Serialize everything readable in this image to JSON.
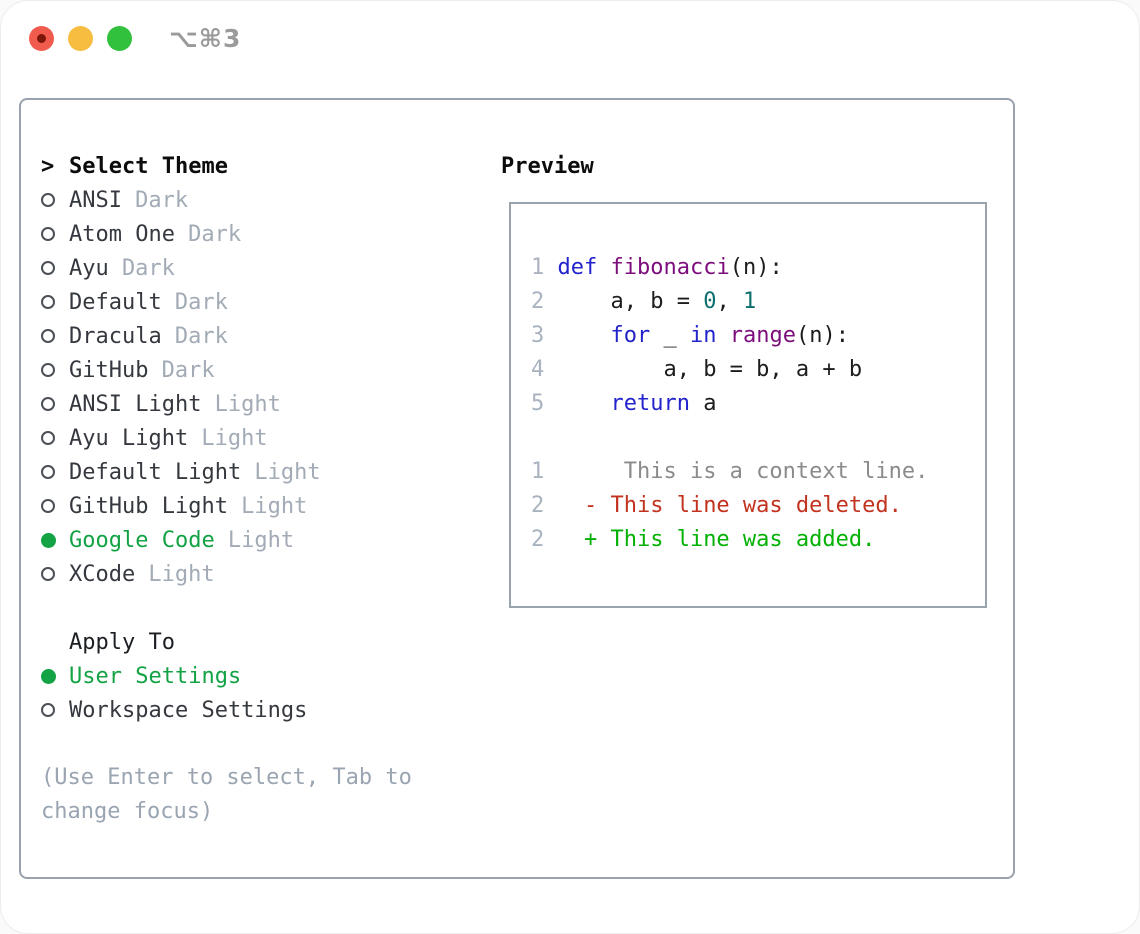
{
  "window": {
    "title": "⌥⌘3",
    "traffic_lights": [
      {
        "name": "close",
        "color": "#f15b4e",
        "inner_dot": "#7e150a"
      },
      {
        "name": "minimize",
        "color": "#f6bd40"
      },
      {
        "name": "zoom",
        "color": "#32c13d"
      }
    ]
  },
  "theme_panel": {
    "prompt": ">",
    "title": "Select Theme",
    "themes": [
      {
        "name": "ANSI",
        "variant": "Dark",
        "selected": false
      },
      {
        "name": "Atom One",
        "variant": "Dark",
        "selected": false
      },
      {
        "name": "Ayu",
        "variant": "Dark",
        "selected": false
      },
      {
        "name": "Default",
        "variant": "Dark",
        "selected": false
      },
      {
        "name": "Dracula",
        "variant": "Dark",
        "selected": false
      },
      {
        "name": "GitHub",
        "variant": "Dark",
        "selected": false
      },
      {
        "name": "ANSI Light",
        "variant": "Light",
        "selected": false
      },
      {
        "name": "Ayu Light",
        "variant": "Light",
        "selected": false
      },
      {
        "name": "Default Light",
        "variant": "Light",
        "selected": false
      },
      {
        "name": "GitHub Light",
        "variant": "Light",
        "selected": false
      },
      {
        "name": "Google Code",
        "variant": "Light",
        "selected": true
      },
      {
        "name": "XCode",
        "variant": "Light",
        "selected": false
      }
    ],
    "apply_to": {
      "title": "Apply To",
      "options": [
        {
          "name": "User Settings",
          "selected": true
        },
        {
          "name": "Workspace Settings",
          "selected": false
        }
      ]
    },
    "help_text": "(Use Enter to select, Tab to change focus)"
  },
  "preview": {
    "title": "Preview",
    "code_lines": [
      {
        "number": "1",
        "tokens": [
          {
            "t": " ",
            "c": "pln"
          },
          {
            "t": "def",
            "c": "kwd"
          },
          {
            "t": " ",
            "c": "pln"
          },
          {
            "t": "fibonacci",
            "c": "fun"
          },
          {
            "t": "(n):",
            "c": "pln"
          }
        ]
      },
      {
        "number": "2",
        "tokens": [
          {
            "t": "     a, b = ",
            "c": "pln"
          },
          {
            "t": "0",
            "c": "lit"
          },
          {
            "t": ", ",
            "c": "pln"
          },
          {
            "t": "1",
            "c": "lit"
          }
        ]
      },
      {
        "number": "3",
        "tokens": [
          {
            "t": "     ",
            "c": "pln"
          },
          {
            "t": "for",
            "c": "kwd"
          },
          {
            "t": " _ ",
            "c": "pln"
          },
          {
            "t": "in",
            "c": "kwd"
          },
          {
            "t": " ",
            "c": "pln"
          },
          {
            "t": "range",
            "c": "fun"
          },
          {
            "t": "(n):",
            "c": "pln"
          }
        ]
      },
      {
        "number": "4",
        "tokens": [
          {
            "t": "         a, b = b, a + b",
            "c": "pln"
          }
        ]
      },
      {
        "number": "5",
        "tokens": [
          {
            "t": "     ",
            "c": "pln"
          },
          {
            "t": "return",
            "c": "kwd"
          },
          {
            "t": " a",
            "c": "pln"
          }
        ]
      }
    ],
    "diff_lines": [
      {
        "number": "1",
        "text": "      This is a context line.",
        "type": "context"
      },
      {
        "number": "2",
        "text": "   - This line was deleted.",
        "type": "deleted"
      },
      {
        "number": "2",
        "text": "   + This line was added.",
        "type": "added"
      }
    ]
  },
  "colors": {
    "selected_green": "#13a344",
    "panel_border": "#99a3ad",
    "keyword_blue": "#2323cc",
    "function_purple": "#7c0d7c",
    "literal_teal": "#0e6e6e",
    "diff_deleted_red": "#c2331f",
    "diff_added_green": "#04b104",
    "muted_gray": "#a2abb6"
  }
}
